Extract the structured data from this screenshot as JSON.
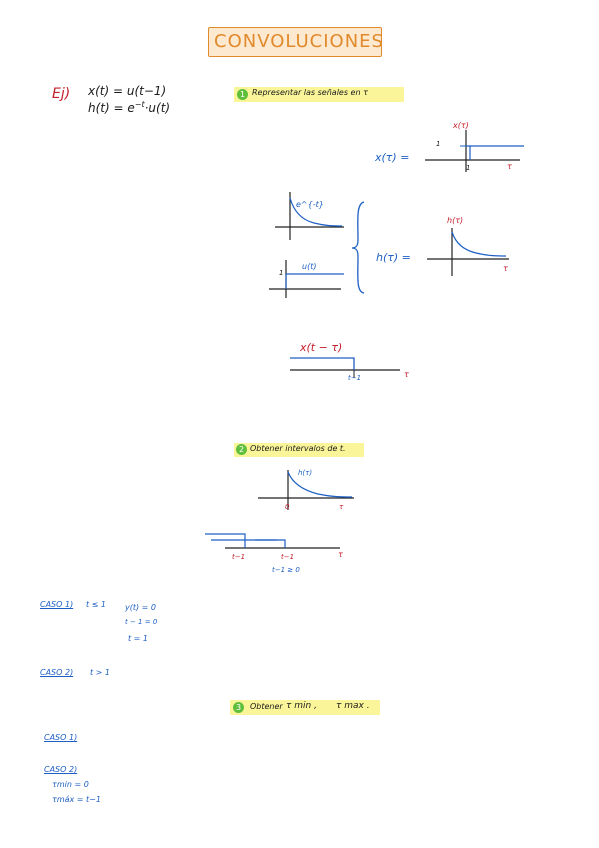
{
  "title": "CONVOLUCIONES",
  "example": {
    "label": "Ej)",
    "line1": "x(t) =  u(t−1)",
    "line2": "h(t) =  e^{−t}·u(t)",
    "line2_base": "h(t) =  e",
    "line2_exp": "−t",
    "line2_tail": "·u(t)"
  },
  "step1": {
    "num": "1",
    "text": "Representar las señales en τ"
  },
  "fig_x": {
    "lhs": "x(τ)  =",
    "label": "x(τ)",
    "one": "1",
    "tick": "1",
    "axis": "τ"
  },
  "fig_parts": {
    "exp_label": "e^{-t}",
    "step_label": "u(t)",
    "one": "1"
  },
  "fig_h": {
    "lhs": "h(τ)  =",
    "label": "h(τ)",
    "axis": "τ"
  },
  "fig_shift": {
    "label": "x(t − τ)",
    "tick": "t−1",
    "axis": "τ"
  },
  "step2": {
    "num": "2",
    "text": "Obtener intervalos de t."
  },
  "fig_h2": {
    "label": "h(τ)",
    "origin": "0",
    "axis": "τ"
  },
  "fig_int": {
    "tick_a": "t−1",
    "tick_b": "t−1",
    "axis": "τ",
    "cond": "t−1 ≥ 0"
  },
  "caso1": {
    "label": "CASO 1)",
    "cond": "t ≤ 1",
    "l1": "y(t) = 0",
    "l2": "t − 1 = 0",
    "l3": "t = 1"
  },
  "caso2": {
    "label": "CASO 2)",
    "cond": "t > 1"
  },
  "step3": {
    "num": "3",
    "text": "Obtener",
    "tmin": "τ min ,",
    "tmax": "τ max ."
  },
  "caso1b": {
    "label": "CASO 1)"
  },
  "caso2b": {
    "label": "CASO 2)",
    "l1": "τmin = 0",
    "l2": "τmáx = t−1"
  }
}
